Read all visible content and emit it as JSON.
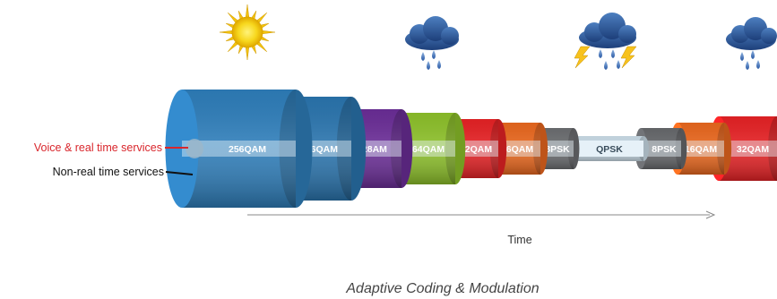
{
  "labels": {
    "voice": "Voice & real time services",
    "non_real_time": "Non-real time services",
    "time": "Time",
    "caption": "Adaptive Coding & Modulation"
  },
  "segments": [
    {
      "label": "256QAM",
      "color": "#2e7db9"
    },
    {
      "label": "256QAM",
      "color": "#2a74ad"
    },
    {
      "label": "128AM",
      "color": "#6a2d96"
    },
    {
      "label": "64QAM",
      "color": "#8cbf2a"
    },
    {
      "label": "32QAM",
      "color": "#e52225"
    },
    {
      "label": "16QAM",
      "color": "#e8671e"
    },
    {
      "label": "8PSK",
      "color": "#6b6d70"
    },
    {
      "label": "QPSK",
      "color": "#c9dbe6"
    },
    {
      "label": "8PSK",
      "color": "#66686b"
    },
    {
      "label": "16QAM",
      "color": "#e8671e"
    },
    {
      "label": "32QAM",
      "color": "#e52225"
    }
  ],
  "weather_icons": [
    "sun-icon",
    "rain-cloud-icon",
    "storm-cloud-icon",
    "rain-cloud-icon"
  ],
  "colors": {
    "voice_label": "#d9262c",
    "non_real_time_label": "#111111",
    "pipe_core": "#e6f1f8"
  }
}
